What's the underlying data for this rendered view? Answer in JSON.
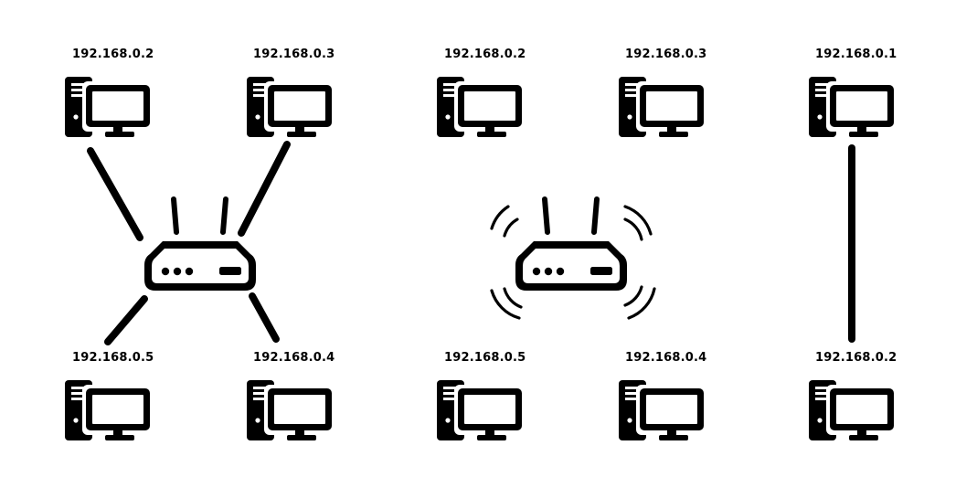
{
  "colors": {
    "foreground": "#000000",
    "background": "#ffffff"
  },
  "icons": {
    "computer": "desktop-computer-icon",
    "router": "router-icon",
    "wireless": "wireless-signal-icon"
  },
  "diagrams": [
    {
      "type": "wired-router-network",
      "device_labels": [
        "192.168.0.2",
        "192.168.0.3",
        "192.168.0.5",
        "192.168.0.4"
      ]
    },
    {
      "type": "wireless-router-network",
      "device_labels": [
        "192.168.0.2",
        "192.168.0.3",
        "192.168.0.5",
        "192.168.0.4"
      ]
    },
    {
      "type": "direct-connection",
      "device_labels": [
        "192.168.0.1",
        "192.168.0.2"
      ]
    }
  ]
}
